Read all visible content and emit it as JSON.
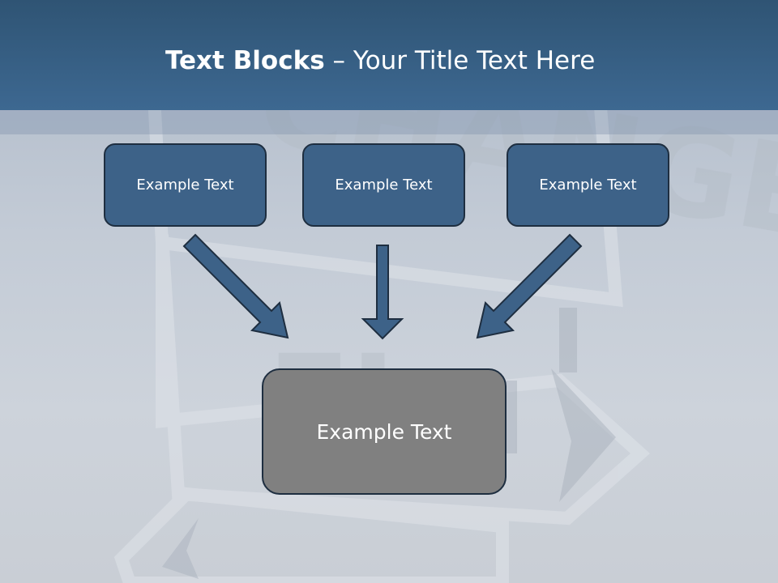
{
  "slide": {
    "title_bold": "Text Blocks",
    "title_separator": " – ",
    "title_rest": "Your Title Text Here"
  },
  "boxes": {
    "top_left": "Example Text",
    "top_center": "Example Text",
    "top_right": "Example Text",
    "bottom_center": "Example Text"
  },
  "colors": {
    "header": "#3d6891",
    "box_fill": "#3d6288",
    "box_border": "#1e2e40",
    "main_box_fill": "#808080",
    "arrow_fill": "#3d6288"
  }
}
